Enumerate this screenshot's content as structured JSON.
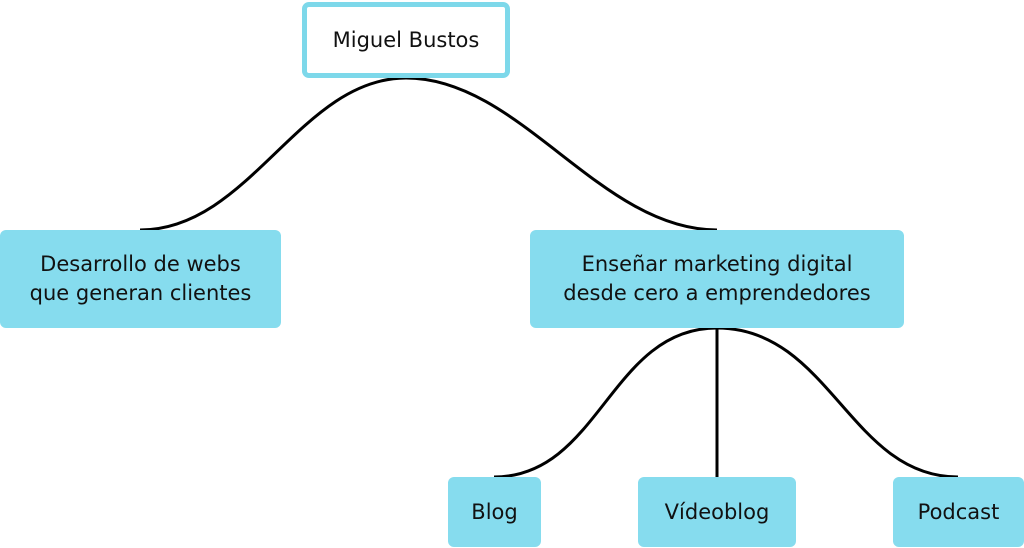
{
  "colors": {
    "node_fill": "#86dcee",
    "root_border": "#7dd8ea",
    "connector": "#000000"
  },
  "diagram": {
    "root": {
      "label": "Miguel Bustos"
    },
    "branches": [
      {
        "label": "Desarrollo de webs\nque generan clientes"
      },
      {
        "label": "Enseñar marketing digital\ndesde cero a emprendedores",
        "children": [
          {
            "label": "Blog"
          },
          {
            "label": "Vídeoblog"
          },
          {
            "label": "Podcast"
          }
        ]
      }
    ]
  }
}
